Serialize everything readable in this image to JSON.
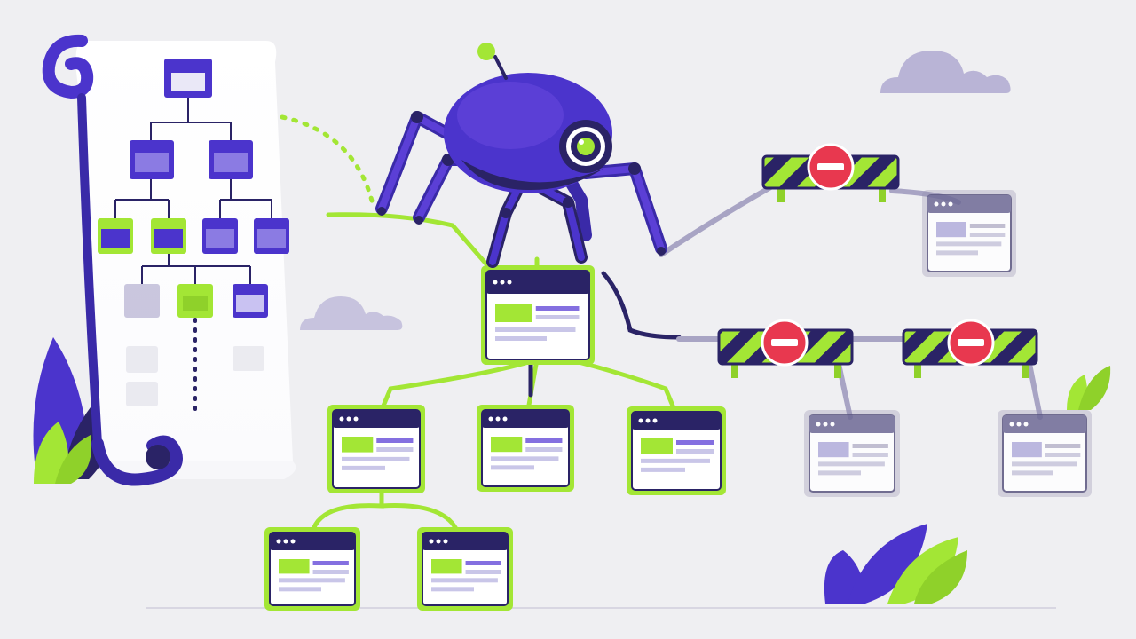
{
  "palette": {
    "background": "#efeff2",
    "primary_purple": "#5b3fd6",
    "dark_navy": "#2a2366",
    "lime": "#a3e635",
    "blocked_red": "#e8384f",
    "muted_gray": "#a8a4c4",
    "paper": "#ffffff"
  },
  "scene": {
    "subject": "spider-robot",
    "sitemap_scroll": "sitemap-scroll",
    "crawled_pages": [
      "page-root",
      "page-child-1",
      "page-child-2",
      "page-child-3",
      "page-grandchild-1",
      "page-grandchild-2"
    ],
    "blocked_pages": [
      "page-blocked-1",
      "page-blocked-2",
      "page-blocked-3"
    ],
    "barriers": [
      "barrier-top",
      "barrier-middle-left",
      "barrier-middle-right"
    ],
    "barrier_icon": "no-entry-icon",
    "decorations": [
      "cloud",
      "cloud",
      "plant",
      "plant",
      "plant"
    ]
  }
}
